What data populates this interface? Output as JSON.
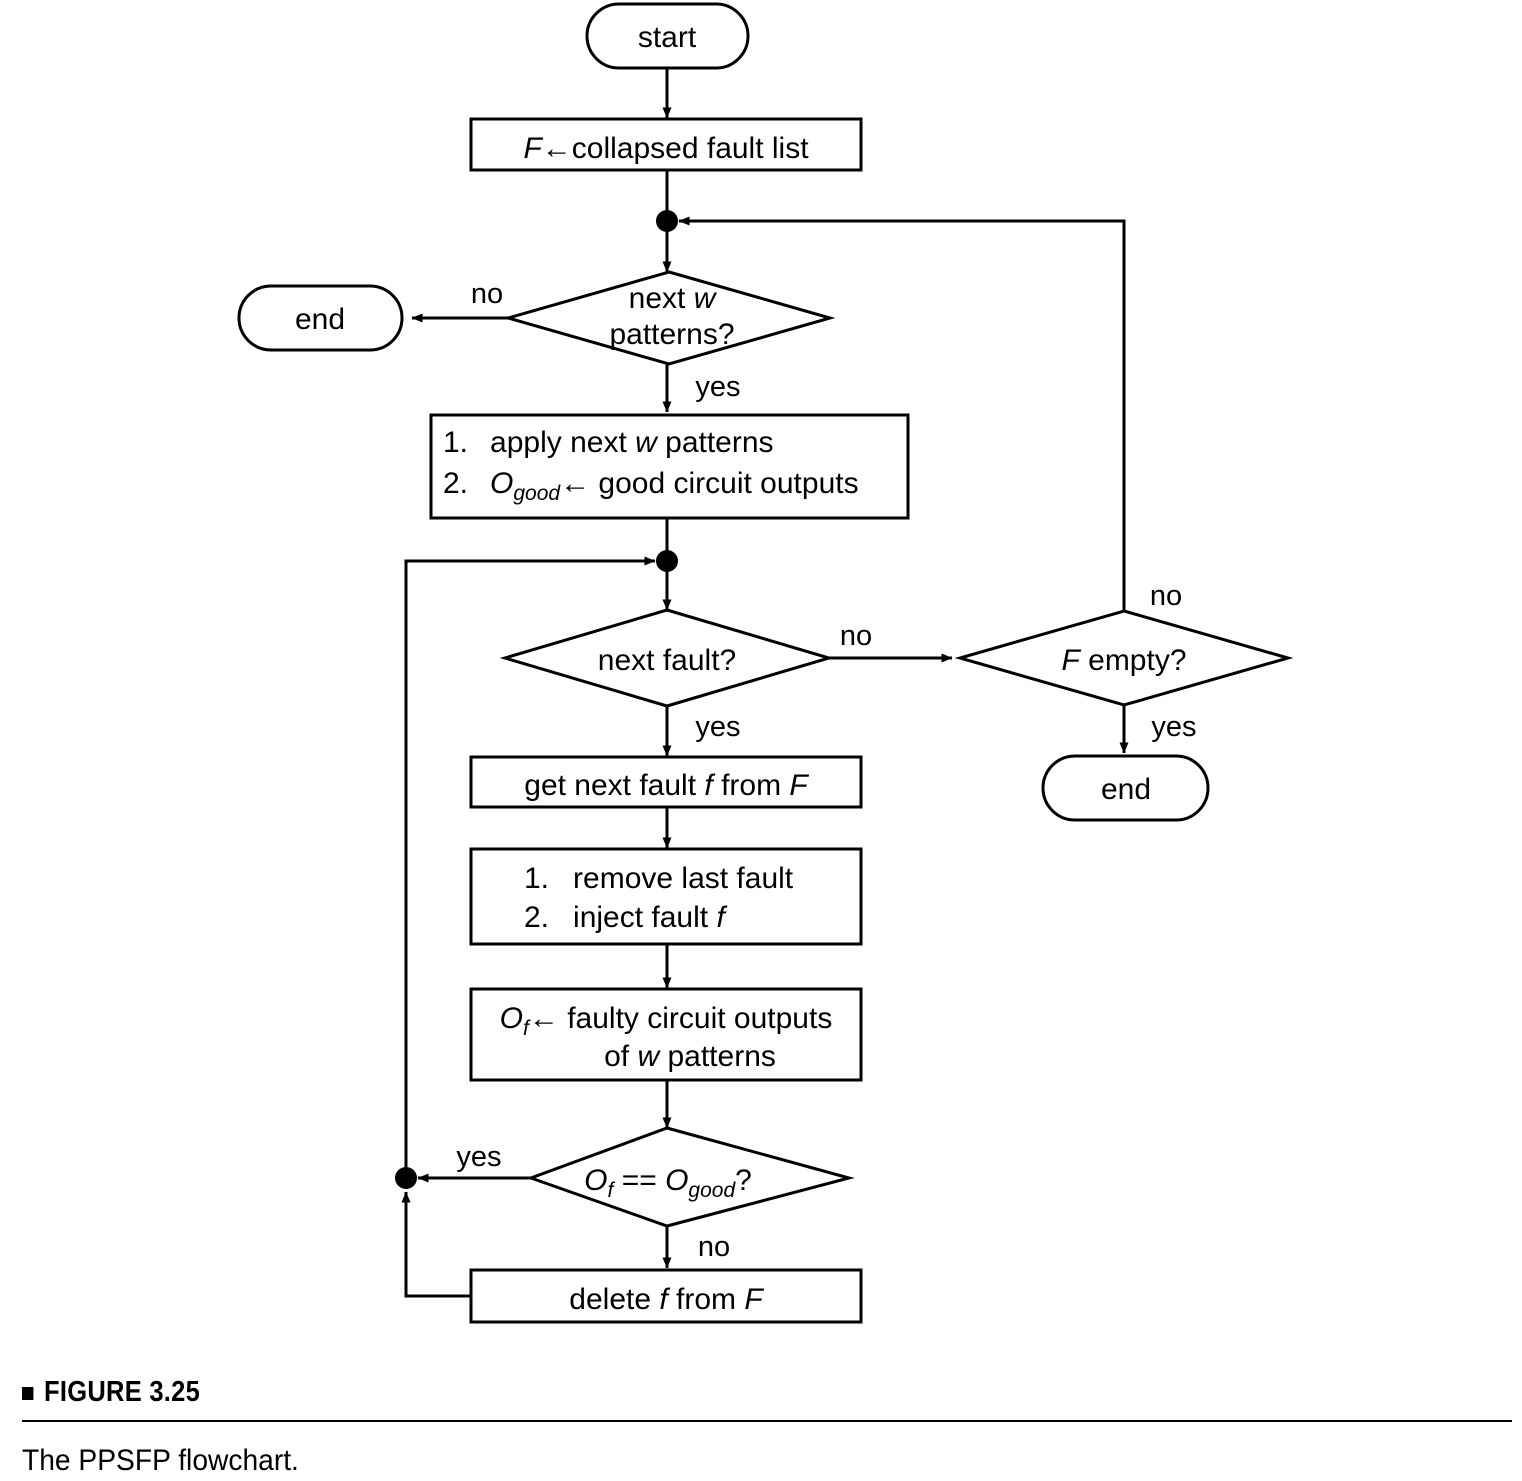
{
  "figure": {
    "label": "FIGURE 3.25",
    "caption": "The PPSFP flowchart."
  },
  "chart_data": {
    "type": "flowchart",
    "title": "The PPSFP flowchart.",
    "orientation": "top-to-bottom",
    "nodes": [
      {
        "id": "start",
        "shape": "terminator",
        "text": "start"
      },
      {
        "id": "init_f",
        "shape": "process",
        "text": "F← collapsed fault list"
      },
      {
        "id": "junction_top",
        "shape": "junction",
        "text": ""
      },
      {
        "id": "next_w",
        "shape": "decision",
        "text": "next w patterns?"
      },
      {
        "id": "end_left",
        "shape": "terminator",
        "text": "end"
      },
      {
        "id": "apply_w",
        "shape": "process",
        "text": "1. apply next w patterns  2. Ogood ← good circuit outputs"
      },
      {
        "id": "junction_mid",
        "shape": "junction",
        "text": ""
      },
      {
        "id": "next_fault",
        "shape": "decision",
        "text": "next fault?"
      },
      {
        "id": "f_empty",
        "shape": "decision",
        "text": "F empty?"
      },
      {
        "id": "end_right",
        "shape": "terminator",
        "text": "end"
      },
      {
        "id": "get_fault",
        "shape": "process",
        "text": "get next fault f from F"
      },
      {
        "id": "inject",
        "shape": "process",
        "text": "1. remove last fault  2. inject fault f"
      },
      {
        "id": "faulty_out",
        "shape": "process",
        "text": "Of ← faulty circuit outputs of w patterns"
      },
      {
        "id": "compare",
        "shape": "decision",
        "text": "Of == Ogood ?"
      },
      {
        "id": "delete_f",
        "shape": "process",
        "text": "delete f from F"
      },
      {
        "id": "junction_left",
        "shape": "junction",
        "text": ""
      }
    ],
    "edges": [
      {
        "from": "start",
        "to": "init_f",
        "label": ""
      },
      {
        "from": "init_f",
        "to": "junction_top",
        "label": ""
      },
      {
        "from": "junction_top",
        "to": "next_w",
        "label": ""
      },
      {
        "from": "next_w",
        "to": "end_left",
        "label": "no"
      },
      {
        "from": "next_w",
        "to": "apply_w",
        "label": "yes"
      },
      {
        "from": "apply_w",
        "to": "junction_mid",
        "label": ""
      },
      {
        "from": "junction_mid",
        "to": "next_fault",
        "label": ""
      },
      {
        "from": "next_fault",
        "to": "f_empty",
        "label": "no"
      },
      {
        "from": "next_fault",
        "to": "get_fault",
        "label": "yes"
      },
      {
        "from": "f_empty",
        "to": "junction_top",
        "label": "no"
      },
      {
        "from": "f_empty",
        "to": "end_right",
        "label": "yes"
      },
      {
        "from": "get_fault",
        "to": "inject",
        "label": ""
      },
      {
        "from": "inject",
        "to": "faulty_out",
        "label": ""
      },
      {
        "from": "faulty_out",
        "to": "compare",
        "label": ""
      },
      {
        "from": "compare",
        "to": "junction_left",
        "label": "yes"
      },
      {
        "from": "compare",
        "to": "delete_f",
        "label": "no"
      },
      {
        "from": "delete_f",
        "to": "junction_left",
        "label": ""
      },
      {
        "from": "junction_left",
        "to": "junction_mid",
        "label": ""
      }
    ]
  },
  "nodes": {
    "start": {
      "label": "start"
    },
    "init_f": {
      "var": "F",
      "arrow": "←",
      "rest": "collapsed fault list"
    },
    "next_w": {
      "line1_pre": "next ",
      "line1_var": "w",
      "line2": "patterns?"
    },
    "end_left": {
      "label": "end"
    },
    "apply_w": {
      "num1": "1.",
      "item1_pre": "apply next ",
      "item1_var": "w",
      "item1_post": " patterns",
      "num2": "2.",
      "item2_var": "O",
      "item2_sub": "good",
      "item2_arrow": "←",
      "item2_post": " good circuit outputs"
    },
    "next_fault": {
      "label": "next fault?"
    },
    "f_empty": {
      "var": "F",
      "rest": " empty?"
    },
    "end_right": {
      "label": "end"
    },
    "get_fault": {
      "pre": "get next fault ",
      "var1": "f",
      "mid": " from ",
      "var2": "F"
    },
    "inject": {
      "num1": "1.",
      "item1": "remove last fault",
      "num2": "2.",
      "item2_pre": "inject fault ",
      "item2_var": "f"
    },
    "faulty_out": {
      "var": "O",
      "sub": "f",
      "arrow": "←",
      "line1_rest": " faulty circuit outputs",
      "line2_pre": "of ",
      "line2_var": "w",
      "line2_post": " patterns"
    },
    "compare": {
      "var1": "O",
      "sub1": "f",
      "op": " == ",
      "var2": "O",
      "sub2": "good",
      "q": "?"
    },
    "delete_f": {
      "pre": "delete ",
      "var1": "f",
      "mid": " from ",
      "var2": "F"
    }
  },
  "edge_labels": {
    "next_w_no": "no",
    "next_w_yes": "yes",
    "next_fault_no": "no",
    "next_fault_yes": "yes",
    "f_empty_no": "no",
    "f_empty_yes": "yes",
    "compare_yes": "yes",
    "compare_no": "no"
  },
  "colors": {
    "stroke": "#000000",
    "fill": "#ffffff",
    "text": "#000000"
  }
}
